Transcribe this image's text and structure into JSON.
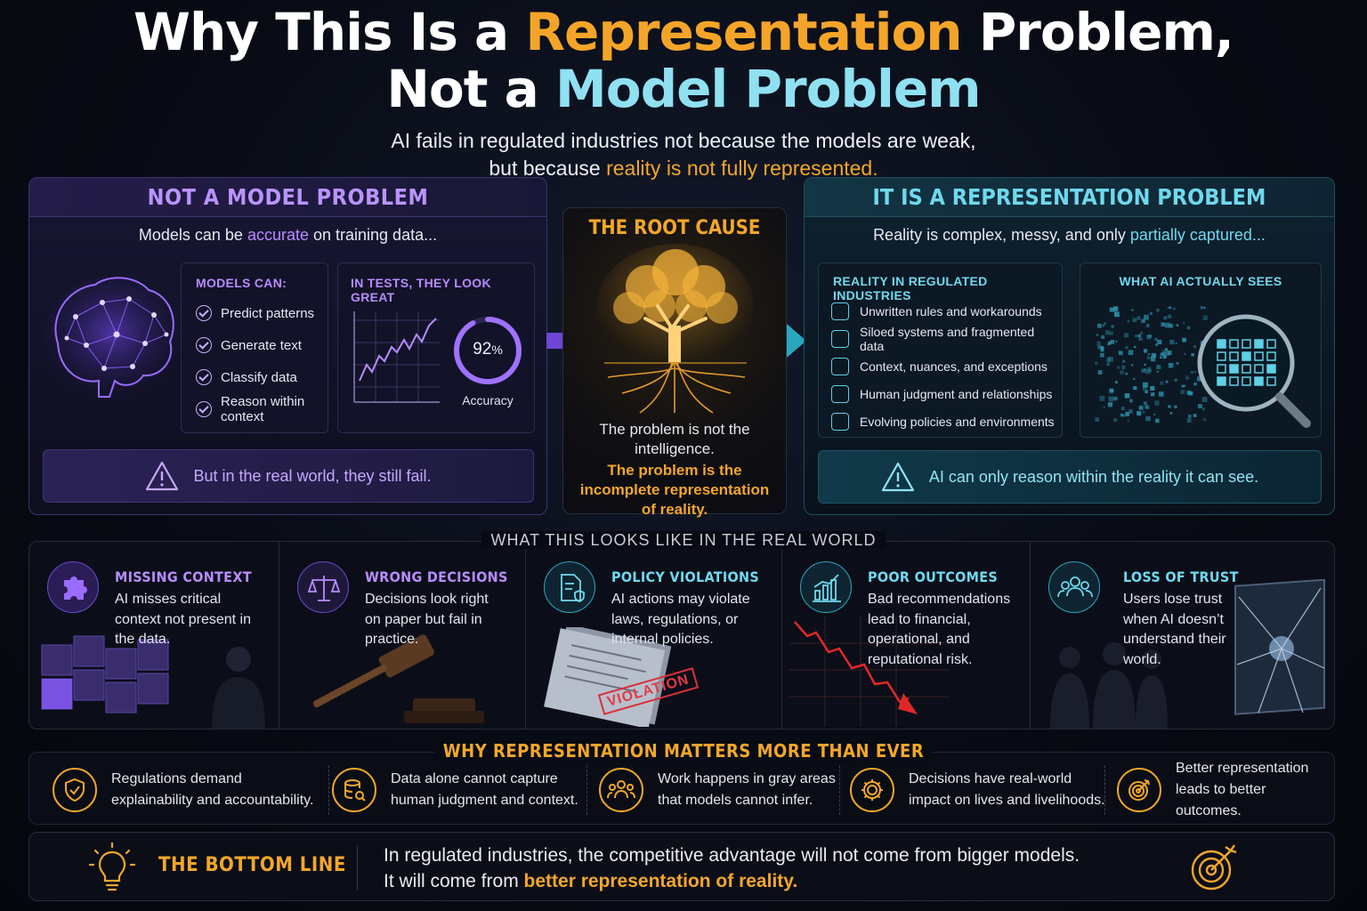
{
  "title": {
    "line1_a": "Why This Is a ",
    "line1_b": "Representation",
    "line1_c": " Problem,",
    "line2_a": "Not a ",
    "line2_b": "Model Problem"
  },
  "subtitle": {
    "line1": "AI fails in regulated industries not because the models are weak,",
    "line2_a": "but because ",
    "line2_b": "reality is not fully represented."
  },
  "left": {
    "heading": "NOT A MODEL PROBLEM",
    "intro_a": "Models can be ",
    "intro_b": "accurate",
    "intro_c": " on training data...",
    "models_can_title": "MODELS CAN:",
    "models_can": [
      "Predict patterns",
      "Generate text",
      "Classify data",
      "Reason within context"
    ],
    "tests_title": "IN TESTS, THEY LOOK GREAT",
    "accuracy_value": "92",
    "accuracy_unit": "%",
    "accuracy_fraction": 0.92,
    "accuracy_label": "Accuracy",
    "warning": "But in the real world, they still fail."
  },
  "root": {
    "title": "THE ROOT CAUSE",
    "text1": "The problem is not the intelligence.",
    "text2": "The problem is the incomplete representation of reality."
  },
  "right": {
    "heading": "IT IS A REPRESENTATION PROBLEM",
    "intro_a": "Reality is complex, messy, and only ",
    "intro_b": "partially captured...",
    "reality_title": "REALITY IN REGULATED INDUSTRIES",
    "reality_items": [
      "Unwritten rules and workarounds",
      "Siloed systems and fragmented data",
      "Context, nuances, and exceptions",
      "Human judgment and relationships",
      "Evolving policies and environments"
    ],
    "sees_title": "WHAT AI ACTUALLY SEES",
    "warning": "AI can only reason within the reality it can see."
  },
  "real_world": {
    "title": "WHAT THIS LOOKS LIKE IN THE REAL WORLD",
    "items": [
      {
        "title": "MISSING CONTEXT",
        "text": "AI misses critical context not present in the data.",
        "color": "#b88cff"
      },
      {
        "title": "WRONG DECISIONS",
        "text": "Decisions look right on paper but fail in practice.",
        "color": "#b88cff"
      },
      {
        "title": "POLICY VIOLATIONS",
        "text": "AI actions may violate laws, regulations, or internal policies.",
        "color": "#6fd9ee"
      },
      {
        "title": "POOR OUTCOMES",
        "text": "Bad recommendations lead to financial, operational, and reputational risk.",
        "color": "#6fd9ee"
      },
      {
        "title": "LOSS OF TRUST",
        "text": "Users lose trust when AI doesn’t understand their world.",
        "color": "#6fd9ee"
      }
    ],
    "stamp": "VIOLATION"
  },
  "why": {
    "title": "WHY REPRESENTATION MATTERS MORE THAN EVER",
    "items": [
      {
        "line1": "Regulations demand",
        "line2": "explainability and accountability."
      },
      {
        "line1": "Data alone cannot capture",
        "line2": "human judgment and context."
      },
      {
        "line1": "Work happens in gray areas",
        "line2": "that models cannot infer."
      },
      {
        "line1": "Decisions have real-world",
        "line2": "impact on lives and livelihoods."
      },
      {
        "line1": "Better representation",
        "line2": "leads to better outcomes."
      }
    ]
  },
  "bottom": {
    "label": "THE BOTTOM LINE",
    "line1": "In regulated industries, the competitive advantage will not come from bigger models.",
    "line2_a": "It will come from ",
    "line2_b": "better representation of reality."
  },
  "colors": {
    "accent_orange": "#f3a72a",
    "accent_purple": "#b88cff",
    "accent_cyan": "#6fd9ee"
  }
}
